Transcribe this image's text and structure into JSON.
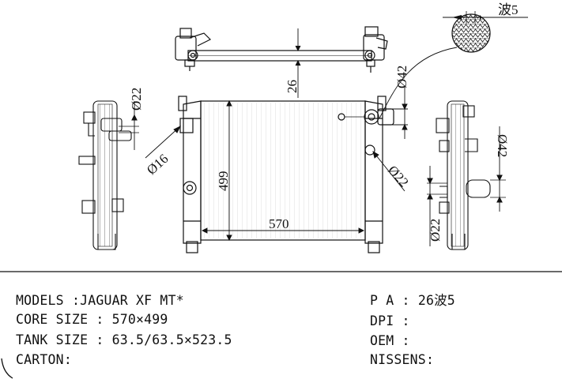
{
  "drawing": {
    "labels": {
      "wave": "波5",
      "d42_top": "Ø42",
      "d22_left": "Ø22",
      "dim_26": "26",
      "d16": "Ø16",
      "dim_499": "499",
      "dim_570": "570",
      "d22_mid": "Ø22",
      "d42_right": "Ø42",
      "d22_right": "Ø22"
    }
  },
  "specs": {
    "left": [
      {
        "label": "MODELS",
        "sep": " :",
        "value": "JAGUAR XF MT*"
      },
      {
        "label": "CORE SIZE",
        "sep": " : ",
        "value": "570×499"
      },
      {
        "label": "TANK SIZE",
        "sep": " : ",
        "value": "63.5/63.5×523.5"
      },
      {
        "label": "CARTON",
        "sep": ":",
        "value": ""
      }
    ],
    "right": [
      {
        "label": "P A",
        "sep": " : ",
        "value": "26波5"
      },
      {
        "label": "DPI",
        "sep": " :",
        "value": ""
      },
      {
        "label": "OEM",
        "sep": " :",
        "value": ""
      },
      {
        "label": "NISSENS",
        "sep": ":",
        "value": ""
      }
    ]
  }
}
